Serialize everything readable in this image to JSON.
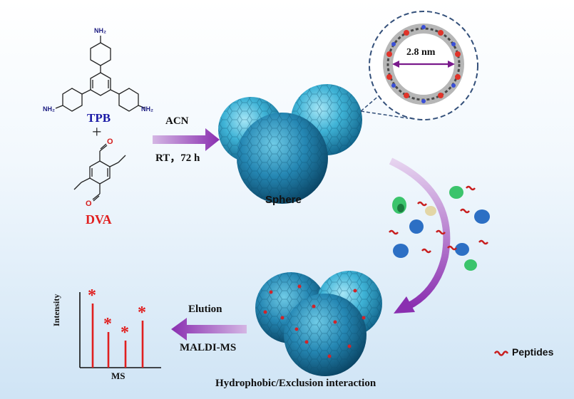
{
  "molecules": {
    "tpb": {
      "name": "TPB",
      "amine_label": "NH₂",
      "color": "#1a1aa6"
    },
    "plus": "+",
    "dva": {
      "name": "DVA",
      "oxygen_label": "O",
      "color": "#e01f1f"
    }
  },
  "arrow_reaction": {
    "top": "ACN",
    "bottom": "RT，72 h"
  },
  "sphere": {
    "label": "Sphere",
    "pore_size": "2.8 nm"
  },
  "arrow_elution": {
    "top": "Elution",
    "bottom": "MALDI-MS"
  },
  "composite_label": "Hydrophobic/Exclusion interaction",
  "legend": {
    "peptides": "Peptides"
  },
  "ms_plot": {
    "ylabel": "Intensity",
    "xlabel": "MS",
    "marker": "*"
  },
  "colors": {
    "accent_purple": "#7a2b9c",
    "sphere_blue": "#2e9fc6",
    "peak_red": "#e01f1f"
  }
}
